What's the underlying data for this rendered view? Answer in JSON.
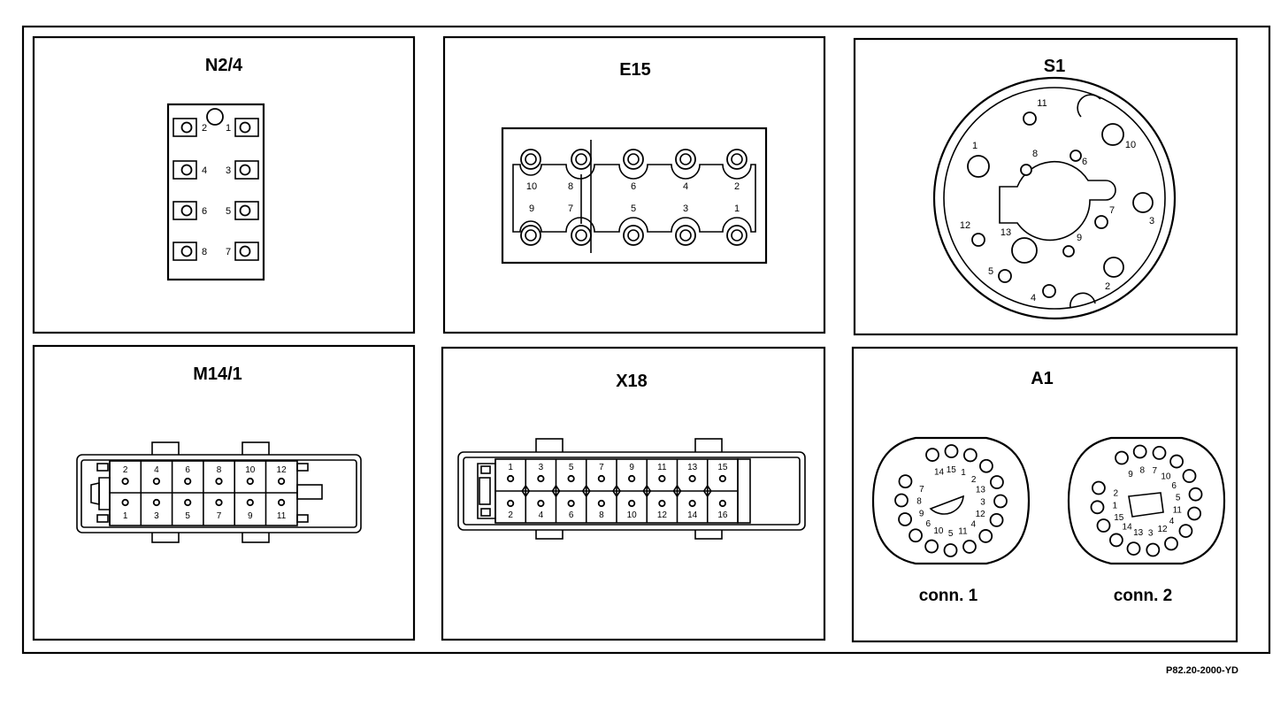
{
  "footer": {
    "reference": "P82.20-2000-YD"
  },
  "panels": {
    "n24": {
      "title": "N2/4",
      "pins_left": [
        "2",
        "4",
        "6",
        "8"
      ],
      "pins_right": [
        "1",
        "3",
        "5",
        "7"
      ]
    },
    "e15": {
      "title": "E15",
      "top_labels": [
        "10",
        "8",
        "6",
        "4",
        "2"
      ],
      "bottom_labels": [
        "9",
        "7",
        "5",
        "3",
        "1"
      ]
    },
    "s1": {
      "title": "S1",
      "pins": [
        "11",
        "1",
        "8",
        "6",
        "10",
        "7",
        "3",
        "12",
        "13",
        "9",
        "5",
        "2",
        "4"
      ]
    },
    "m141": {
      "title": "M14/1",
      "top_pins": [
        "2",
        "4",
        "6",
        "8",
        "10",
        "12"
      ],
      "bottom_pins": [
        "1",
        "3",
        "5",
        "7",
        "9",
        "11"
      ]
    },
    "x18": {
      "title": "X18",
      "top_pins": [
        "1",
        "3",
        "5",
        "7",
        "9",
        "11",
        "13",
        "15"
      ],
      "bottom_pins": [
        "2",
        "4",
        "6",
        "8",
        "10",
        "12",
        "14",
        "16"
      ]
    },
    "a1": {
      "title": "A1",
      "conn1": {
        "label": "conn. 1",
        "pins": [
          "14",
          "15",
          "1",
          "2",
          "13",
          "3",
          "12",
          "4",
          "11",
          "5",
          "10",
          "6",
          "9",
          "8",
          "7"
        ]
      },
      "conn2": {
        "label": "conn. 2",
        "pins": [
          "9",
          "8",
          "7",
          "10",
          "6",
          "5",
          "11",
          "4",
          "12",
          "3",
          "13",
          "14",
          "15",
          "1",
          "2"
        ]
      }
    }
  }
}
